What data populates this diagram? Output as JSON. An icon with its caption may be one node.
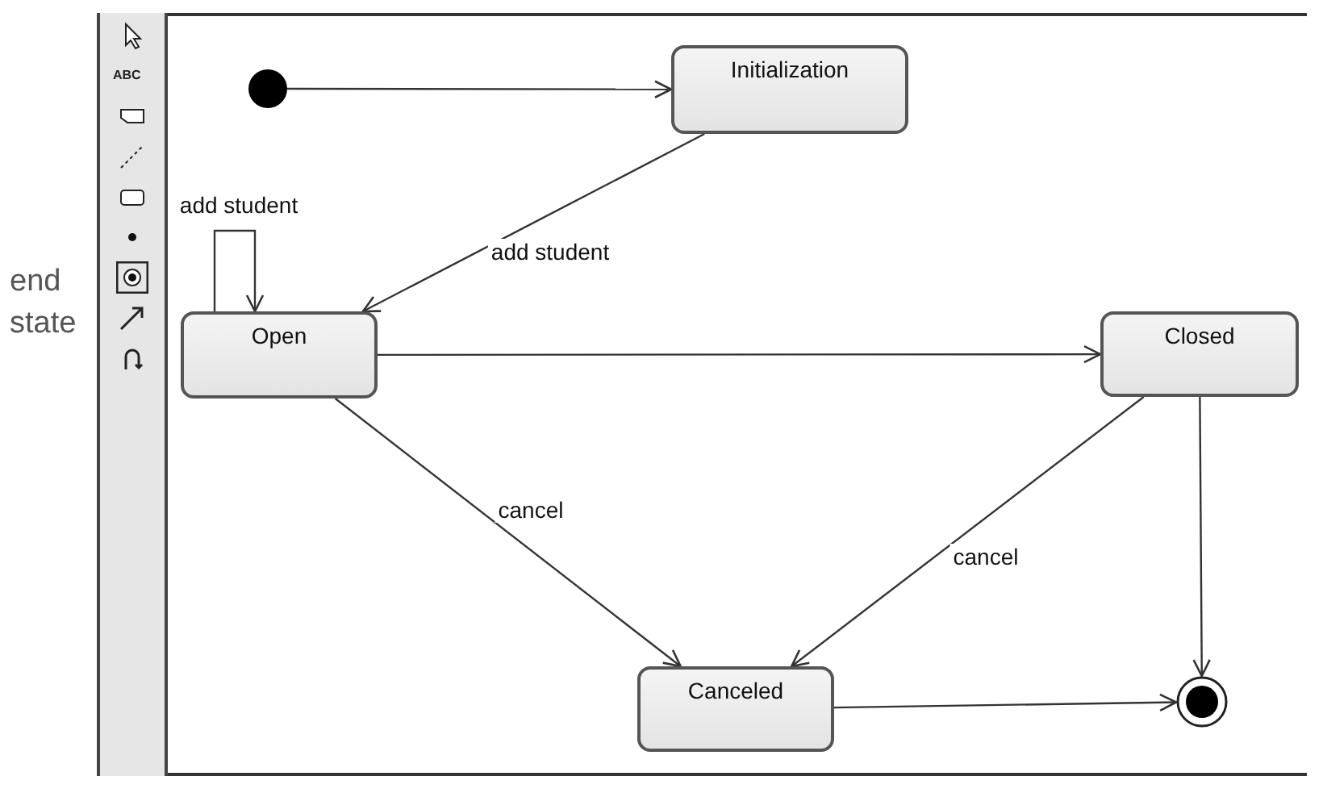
{
  "diagram": {
    "nodes": [
      {
        "text": [],
        "shape": "circle"
      },
      {
        "text": [
          "Initialization"
        ]
      },
      {
        "text": [
          "Open"
        ]
      },
      {
        "text": [
          "Closed"
        ]
      },
      {
        "text": [
          "Canceled"
        ]
      },
      {
        "text": [],
        "shape": "circle"
      }
    ],
    "edges": [
      {
        "from": 0,
        "to": 1,
        "arrow": "to"
      },
      {
        "from": 1,
        "to": 2,
        "arrow": "to",
        "label": "add student"
      },
      {
        "from": 2,
        "to": 2,
        "arrow": "to",
        "label": "add student"
      },
      {
        "from": 2,
        "to": 3,
        "arrow": "to"
      },
      {
        "from": 2,
        "to": 4,
        "arrow": "to",
        "label": "cancel"
      },
      {
        "from": 3,
        "to": 4,
        "arrow": "to",
        "label": "cancel"
      },
      {
        "from": 3,
        "to": 5,
        "arrow": "to"
      },
      {
        "from": 4,
        "to": 5,
        "arrow": "to"
      }
    ],
    "labels": [
      "end state",
      "ABC"
    ]
  }
}
